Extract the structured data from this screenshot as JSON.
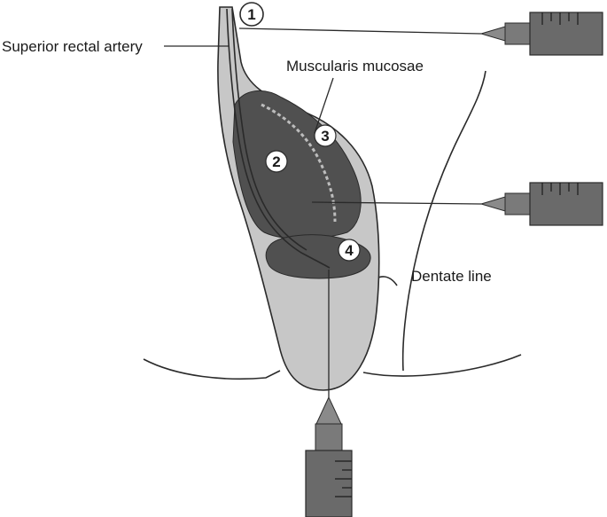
{
  "labels": {
    "superior_rectal_artery": "Superior rectal artery",
    "muscularis_mucosae": "Muscularis mucosae",
    "dentate_line": "Dentate line"
  },
  "markers": [
    "1",
    "2",
    "3",
    "4"
  ],
  "colors": {
    "tissue_light": "#c7c7c7",
    "tissue_dark": "#505050",
    "syringe_body": "#6a6a6a",
    "outline": "#2a2a2a"
  }
}
